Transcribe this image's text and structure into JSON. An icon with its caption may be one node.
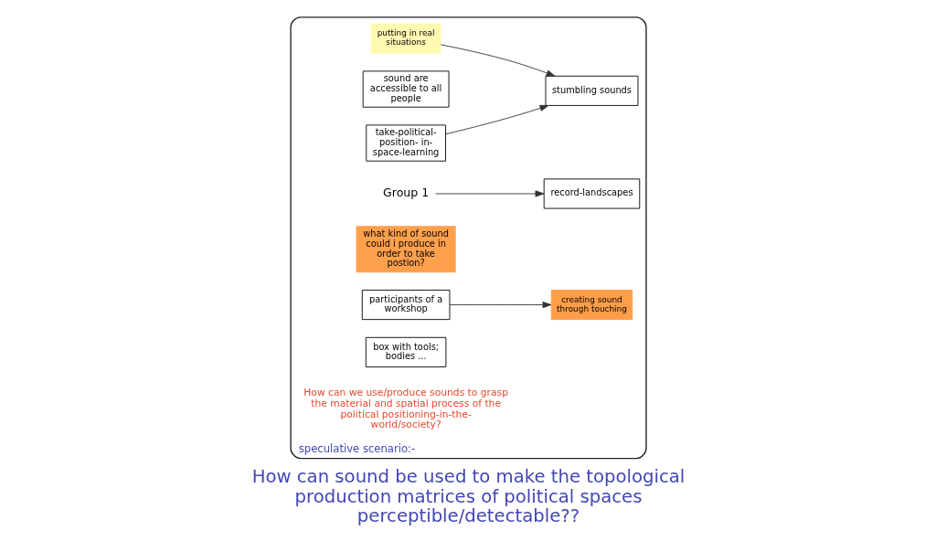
{
  "diagram": {
    "caption": "How can sound be used to make the topological production matrices of political spaces perceptible/detectable??",
    "nodes": [
      {
        "text": [
          "speculative scenario:-"
        ]
      },
      {
        "text": [
          "putting in real situations"
        ],
        "in": 0
      },
      {
        "text": [
          "sound are accessible to all people"
        ],
        "in": 0
      },
      {
        "text": [
          "stumbling sounds"
        ],
        "in": 0
      },
      {
        "text": [
          "take-political- position- in-space-learning"
        ],
        "in": 0
      },
      {
        "text": [
          "Group 1"
        ],
        "in": 0
      },
      {
        "text": [
          "record-landscapes"
        ],
        "in": 0
      },
      {
        "text": [
          "what kind of sound could i produce in order to take postion?"
        ],
        "in": 0
      },
      {
        "text": [
          "participants of a workshop"
        ],
        "in": 0
      },
      {
        "text": [
          "creating sound through touching"
        ],
        "in": 0
      },
      {
        "text": [
          "box with tools; bodies ..."
        ],
        "in": 0
      }
    ],
    "edges": [
      {
        "from": 1,
        "to": 3,
        "arrow": "to"
      },
      {
        "from": 4,
        "to": 3,
        "arrow": "to"
      },
      {
        "from": 5,
        "to": 6,
        "arrow": "to"
      },
      {
        "from": 8,
        "to": 9,
        "arrow": "to"
      }
    ],
    "labels": [
      "How can we use/produce sounds to grasp the material and spatial process of the political positioning-in-the-world/society?"
    ]
  }
}
